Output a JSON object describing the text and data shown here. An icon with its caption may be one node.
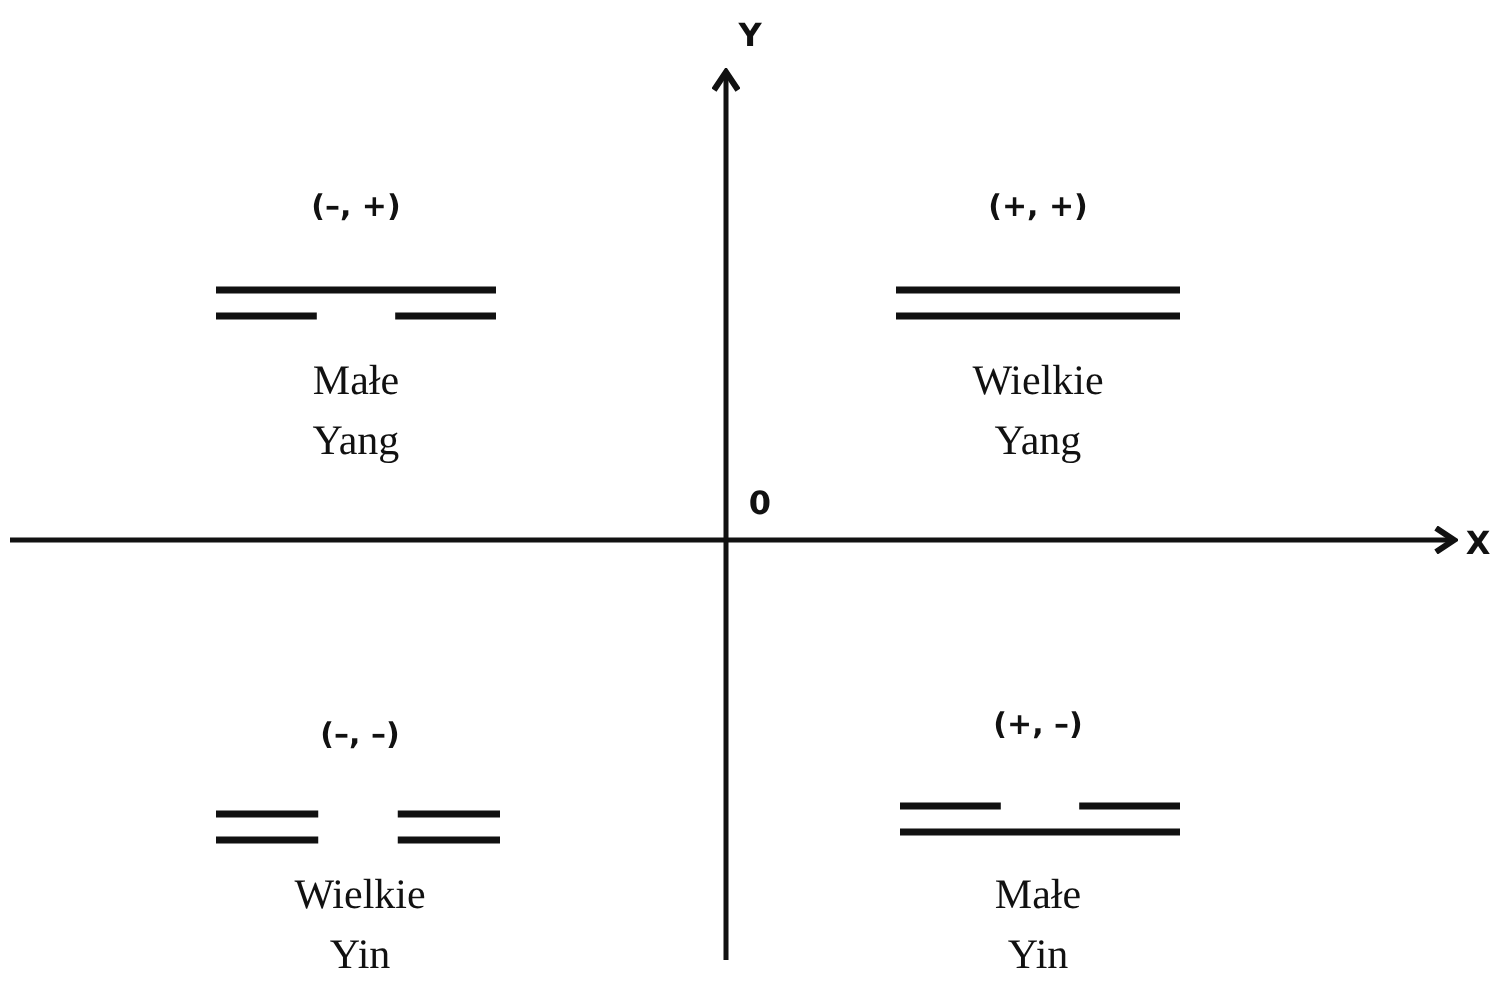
{
  "diagram": {
    "labels": [
      "Y",
      "(–, +)",
      "Małe Yang",
      "(+, +)",
      "Wielkie Yang",
      "0",
      "X",
      "(–, –)",
      "Wielkie Yin",
      "(+, –)",
      "Małe Yin"
    ]
  }
}
